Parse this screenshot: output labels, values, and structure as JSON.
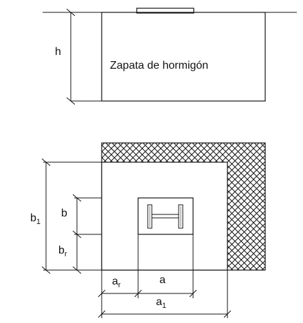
{
  "elevation": {
    "footing_label": "Zapata de hormigón",
    "height_label": "h"
  },
  "plan": {
    "b1_label": "b",
    "b1_sub": "1",
    "b_label": "b",
    "br_label": "b",
    "br_sub": "r",
    "ar_label": "a",
    "ar_sub": "r",
    "a_label": "a",
    "a1_label": "a",
    "a1_sub": "1"
  },
  "colors": {
    "line": "#111111",
    "background": "#ffffff"
  }
}
